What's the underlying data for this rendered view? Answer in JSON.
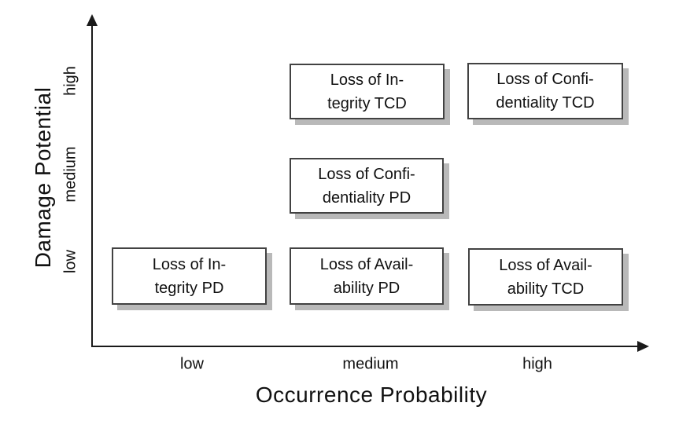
{
  "chart_data": {
    "type": "scatter",
    "title": "",
    "xlabel": "Occurrence Probability",
    "ylabel": "Damage Potential",
    "x_categories": [
      "low",
      "medium",
      "high"
    ],
    "y_categories": [
      "low",
      "medium",
      "high"
    ],
    "grid": false,
    "legend": false,
    "points": [
      {
        "label": "Loss of Integrity TCD",
        "x": "medium",
        "y": "high"
      },
      {
        "label": "Loss of Confidentiality TCD",
        "x": "high",
        "y": "high"
      },
      {
        "label": "Loss of Confidentiality PD",
        "x": "medium",
        "y": "medium"
      },
      {
        "label": "Loss of Integrity PD",
        "x": "low",
        "y": "low"
      },
      {
        "label": "Loss of Availability PD",
        "x": "medium",
        "y": "low"
      },
      {
        "label": "Loss of Availability TCD",
        "x": "high",
        "y": "low"
      }
    ]
  },
  "axes": {
    "x_label": "Occurrence Probability",
    "y_label": "Damage Potential",
    "x_ticks": [
      "low",
      "medium",
      "high"
    ],
    "y_ticks_top_to_bottom": [
      "high",
      "medium",
      "low"
    ]
  },
  "nodes": [
    {
      "line1": "Loss of In-",
      "line2": "tegrity TCD"
    },
    {
      "line1": "Loss of Confi-",
      "line2": "dentiality TCD"
    },
    {
      "line1": "Loss of Confi-",
      "line2": "dentiality PD"
    },
    {
      "line1": "Loss of In-",
      "line2": "tegrity PD"
    },
    {
      "line1": "Loss of Avail-",
      "line2": "ability PD"
    },
    {
      "line1": "Loss of Avail-",
      "line2": "ability TCD"
    }
  ],
  "colors": {
    "text": "#111111",
    "axis": "#1a1a1a",
    "node_border": "#424242",
    "node_background": "#ffffff",
    "node_shadow": "#b9b9b9",
    "background": "#ffffff"
  }
}
